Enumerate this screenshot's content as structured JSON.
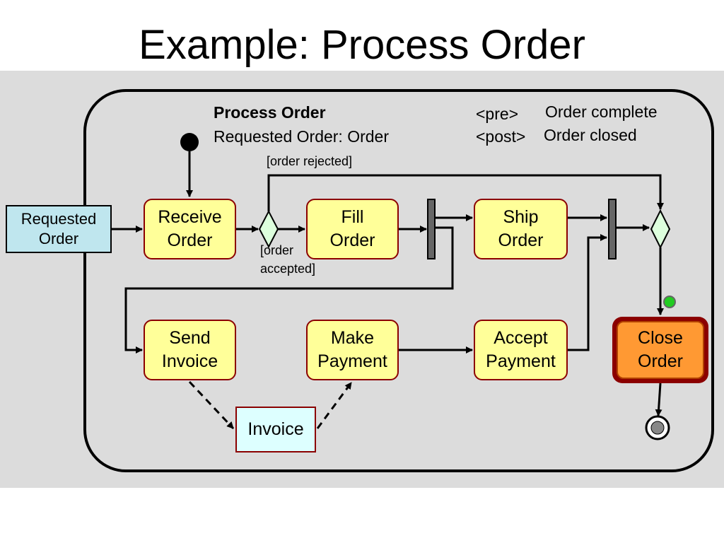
{
  "title": "Example: Process Order",
  "activity": {
    "name": "Process Order",
    "parameter": "Requested Order: Order",
    "pre_tag": "<pre>",
    "pre_text": "Order complete",
    "post_tag": "<post>",
    "post_text": "Order closed"
  },
  "nodes": {
    "requested_order": [
      "Requested",
      "Order"
    ],
    "receive_order": [
      "Receive",
      "Order"
    ],
    "fill_order": [
      "Fill",
      "Order"
    ],
    "ship_order": [
      "Ship",
      "Order"
    ],
    "send_invoice": [
      "Send",
      "Invoice"
    ],
    "make_payment": [
      "Make",
      "Payment"
    ],
    "accept_payment": [
      "Accept",
      "Payment"
    ],
    "close_order": [
      "Close",
      "Order"
    ],
    "invoice": "Invoice"
  },
  "guards": {
    "rejected": "[order rejected]",
    "accepted_line1": "[order",
    "accepted_line2": "accepted]"
  },
  "colors": {
    "panel": "#dcdcdc",
    "action_fill": "#ffff99",
    "action_border": "#8b0000",
    "decision_fill": "#ddffdd",
    "object_fill": "#bfe6ee",
    "invoice_fill": "#ddffff",
    "highlight_fill": "#ff9933",
    "highlight_border": "#8b0000",
    "active_token": "#22cc22"
  }
}
